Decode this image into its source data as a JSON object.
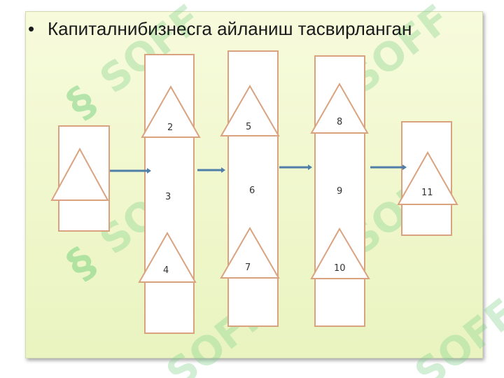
{
  "slide": {
    "bullet_text": "Капиталнибизнесга айланиш тасвирланган",
    "watermark_text": "SOFF",
    "watermark_mark": "§"
  },
  "diagram": {
    "labels": [
      "2",
      "3",
      "4",
      "5",
      "6",
      "7",
      "8",
      "9",
      "10",
      "11"
    ]
  },
  "colors": {
    "shape_stroke": "#d9a380",
    "shape_fill": "#ffffff",
    "arrow": "#4f7ea8",
    "slide_bg": "#f2f8d0"
  }
}
